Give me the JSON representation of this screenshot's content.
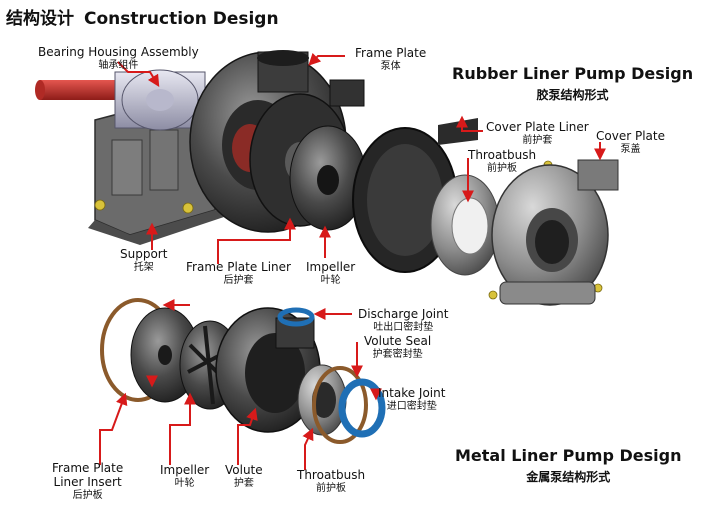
{
  "header": {
    "title_zh": "结构设计",
    "title_en": "Construction Design"
  },
  "sections": {
    "rubber": {
      "en": "Rubber Liner Pump Design",
      "zh": "胶泵结构形式"
    },
    "metal": {
      "en": "Metal Liner Pump Design",
      "zh": "金属泵结构形式"
    }
  },
  "labels": {
    "bearing_housing": {
      "en": "Bearing Housing Assembly",
      "zh": "轴承组件"
    },
    "frame_plate": {
      "en": "Frame Plate",
      "zh": "泵体"
    },
    "cover_plate_liner": {
      "en": "Cover Plate Liner",
      "zh": "前护套"
    },
    "cover_plate": {
      "en": "Cover Plate",
      "zh": "泵盖"
    },
    "throatbush_top": {
      "en": "Throatbush",
      "zh": "前护板"
    },
    "support": {
      "en": "Support",
      "zh": "托架"
    },
    "frame_plate_liner": {
      "en": "Frame Plate Liner",
      "zh": "后护套"
    },
    "impeller_top": {
      "en": "Impeller",
      "zh": "叶轮"
    },
    "discharge_joint": {
      "en": "Discharge Joint",
      "zh": "吐出口密封垫"
    },
    "volute_seal": {
      "en": "Volute Seal",
      "zh": "护套密封垫"
    },
    "intake_joint": {
      "en": "Intake Joint",
      "zh": "进口密封垫"
    },
    "frame_plate_liner_insert": {
      "en": "Frame Plate",
      "en2": "Liner Insert",
      "zh": "后护板"
    },
    "impeller_bottom": {
      "en": "Impeller",
      "zh": "叶轮"
    },
    "volute": {
      "en": "Volute",
      "zh": "护套"
    },
    "throatbush_bottom": {
      "en": "Throatbush",
      "zh": "前护板"
    }
  },
  "colors": {
    "leader": "#d71a1a",
    "metal_dark": "#2b2b2b",
    "metal_mid": "#5a5a5a",
    "seal_blue": "#1f6fb5",
    "seal_brown": "#8b5a2b",
    "shaft_red": "#c9302c",
    "bolt_yellow": "#d8c23a"
  }
}
